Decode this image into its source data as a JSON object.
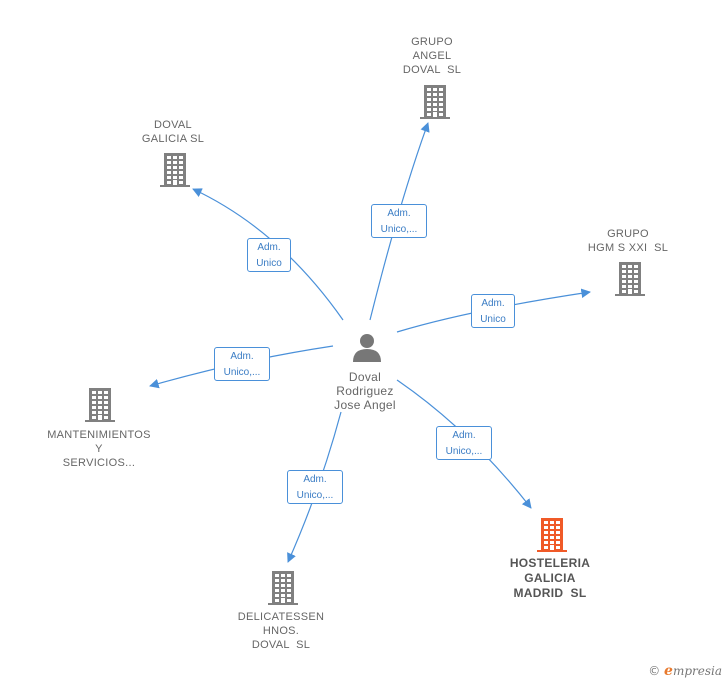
{
  "colors": {
    "edge": "#4a90d9",
    "building": "#808080",
    "highlight": "#f05a28",
    "person": "#777777"
  },
  "center": {
    "name": [
      "Doval",
      "Rodriguez",
      "Jose Angel"
    ],
    "icon": "person-icon"
  },
  "companies": [
    {
      "id": "grupo-angel",
      "lines": [
        "GRUPO",
        "ANGEL",
        "DOVAL  SL"
      ],
      "highlight": false
    },
    {
      "id": "doval-galicia",
      "lines": [
        "DOVAL",
        "GALICIA SL"
      ],
      "highlight": false
    },
    {
      "id": "grupo-hgm",
      "lines": [
        "GRUPO",
        "HGM S XXI  SL"
      ],
      "highlight": false
    },
    {
      "id": "mantenimientos",
      "lines": [
        "MANTENIMIENTOS",
        "Y",
        "SERVICIOS..."
      ],
      "highlight": false
    },
    {
      "id": "delicatessen",
      "lines": [
        "DELICATESSEN",
        "HNOS.",
        "DOVAL  SL"
      ],
      "highlight": false
    },
    {
      "id": "hosteleria",
      "lines": [
        "HOSTELERIA",
        "GALICIA",
        "MADRID  SL"
      ],
      "highlight": true
    }
  ],
  "edges": [
    {
      "to": "grupo-angel",
      "lines": [
        "Adm.",
        "Unico,..."
      ]
    },
    {
      "to": "doval-galicia",
      "lines": [
        "Adm.",
        "Unico"
      ]
    },
    {
      "to": "grupo-hgm",
      "lines": [
        "Adm.",
        "Unico"
      ]
    },
    {
      "to": "mantenimientos",
      "lines": [
        "Adm.",
        "Unico,..."
      ]
    },
    {
      "to": "delicatessen",
      "lines": [
        "Adm.",
        "Unico,..."
      ]
    },
    {
      "to": "hosteleria",
      "lines": [
        "Adm.",
        "Unico,..."
      ]
    }
  ],
  "watermark": {
    "copyright": "©",
    "brand_initial": "e",
    "brand_rest": "mpresia"
  }
}
